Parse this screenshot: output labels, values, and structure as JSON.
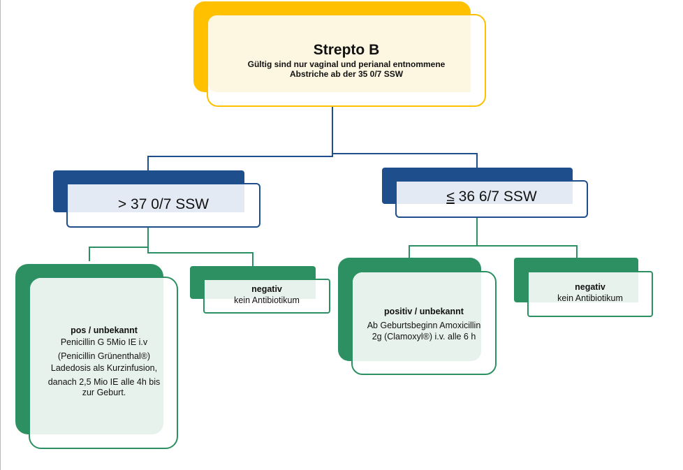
{
  "top": {
    "title": "Strepto B",
    "subtitle_line1": "Gültig sind nur vaginal und perianal entnommene",
    "subtitle_line2": "Abstriche ab der 35 0/7 SSW"
  },
  "left_branch": {
    "label": "> 37 0/7 SSW",
    "positive": {
      "heading": "pos / unbekannt",
      "line1": "Penicillin  G 5Mio IE i.v",
      "line2": "(Penicillin Grünenthal®)",
      "line3": "Ladedosis als Kurzinfusion,",
      "line4": "danach 2,5 Mio IE  alle 4h bis",
      "line5": "zur Geburt."
    },
    "negative": {
      "heading": "negativ",
      "line1": "kein Antibiotikum"
    }
  },
  "right_branch": {
    "symbol": "≤",
    "label": "36 6/7 SSW",
    "positive": {
      "heading": "positiv / unbekannt",
      "line1": "Ab  Geburtsbeginn Amoxicillin",
      "line2": "2g (Clamoxyl®)  i.v. alle 6 h"
    },
    "negative": {
      "heading": "negativ",
      "line1": "kein Antibiotikum"
    }
  },
  "colors": {
    "top_accent": "#ffc000",
    "level2_accent": "#1f4e8c",
    "level3_accent": "#2c9062",
    "connector_blue": "#1f4e8c",
    "connector_green": "#2c9062"
  }
}
